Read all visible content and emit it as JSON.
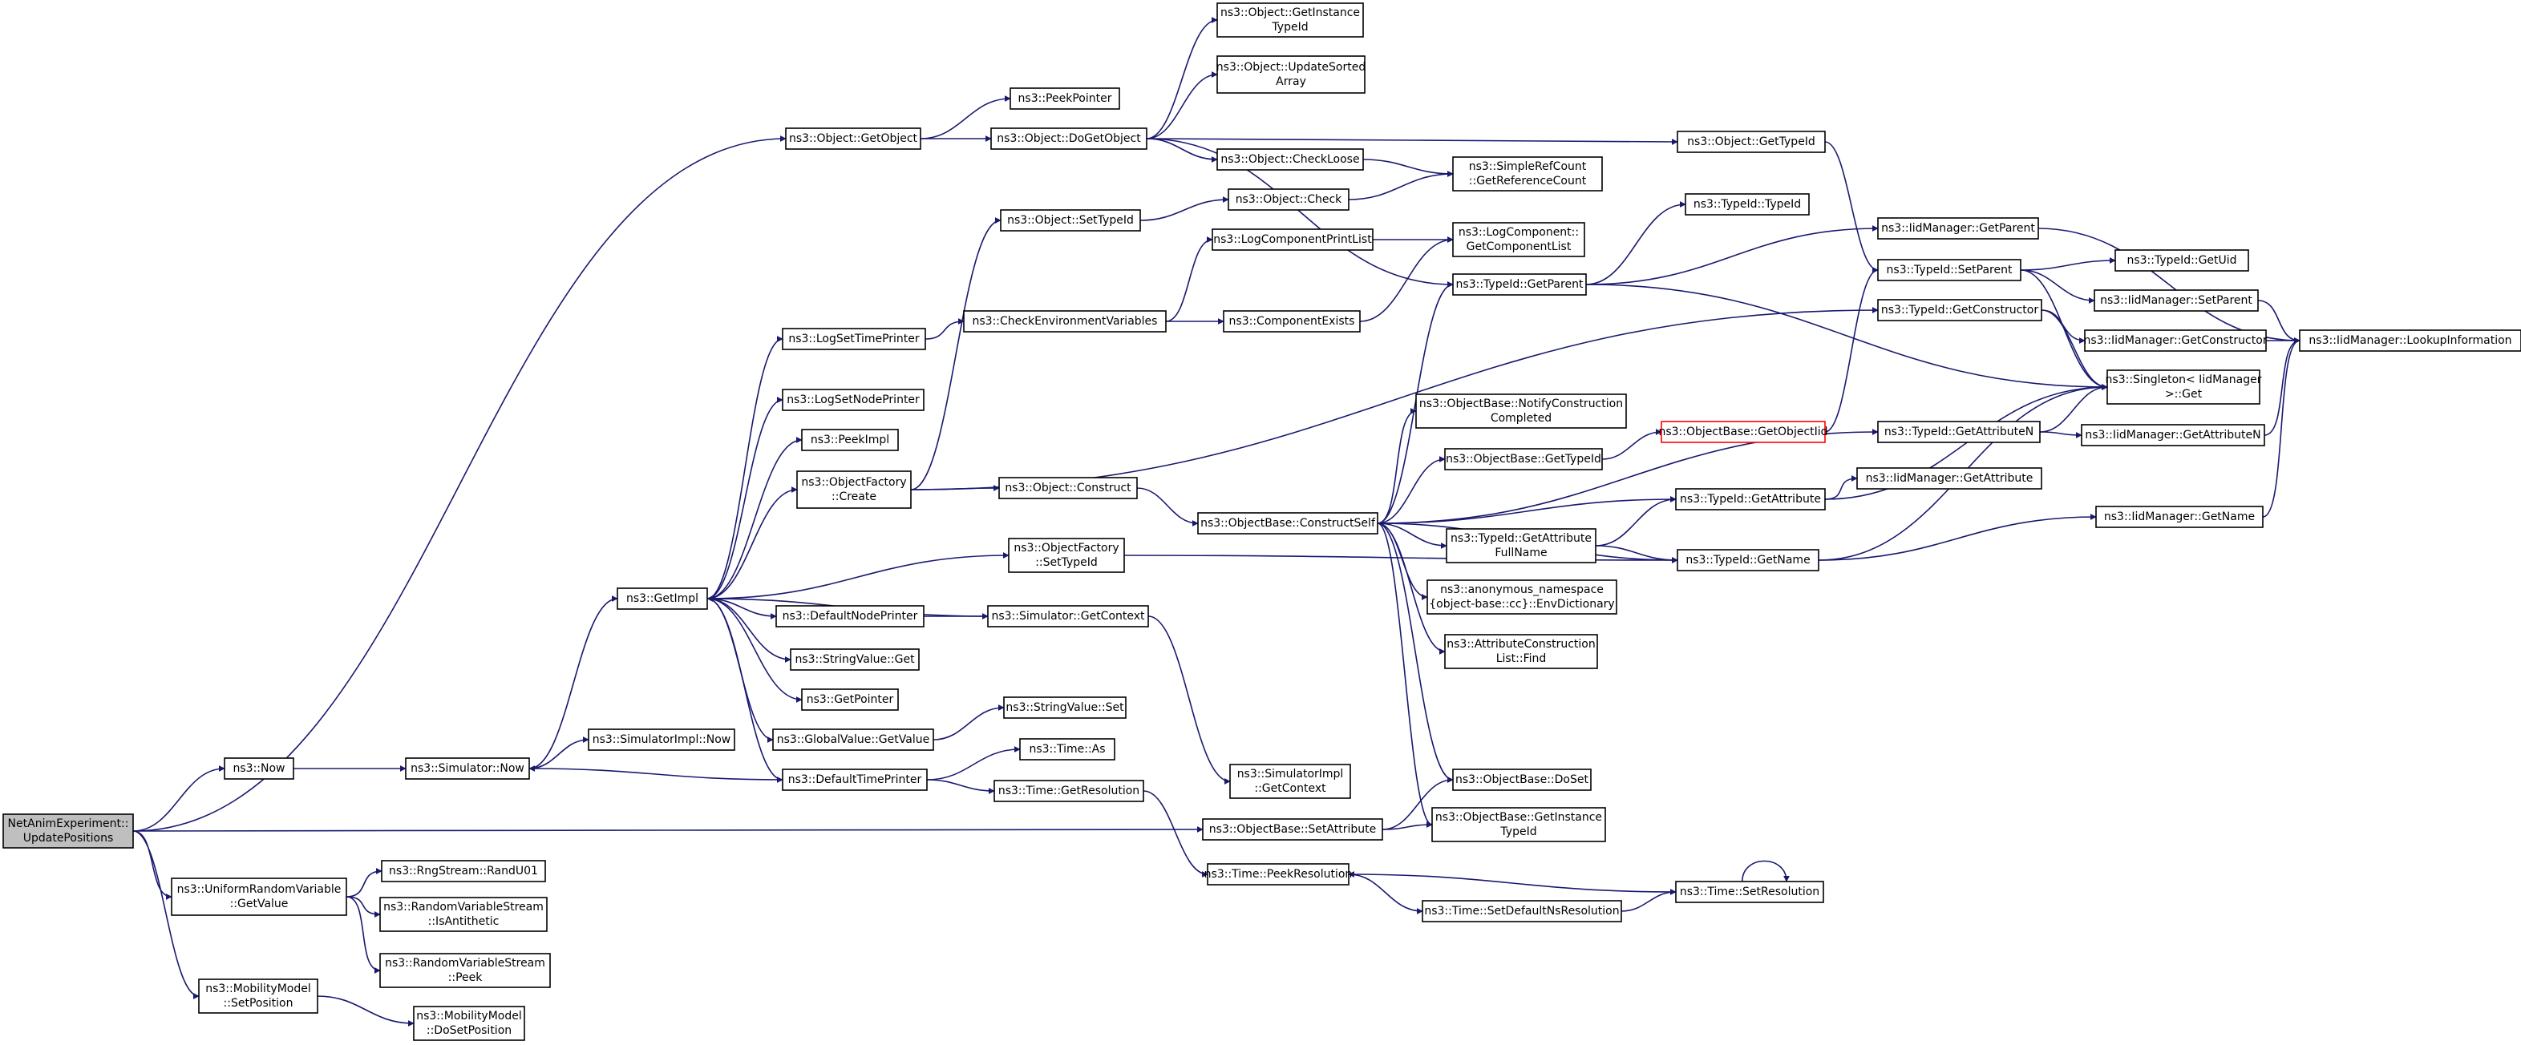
{
  "graph": {
    "edge_color": "#191970",
    "root_fill": "#bfbfbf",
    "highlight_border": "#ff0000",
    "nodes": [
      {
        "id": "root",
        "lines": [
          "NetAnimExperiment::",
          "UpdatePositions"
        ],
        "style": "root"
      },
      {
        "id": "getobject",
        "lines": [
          "ns3::Object::GetObject"
        ]
      },
      {
        "id": "now",
        "lines": [
          "ns3::Now"
        ]
      },
      {
        "id": "uniformgetvalue",
        "lines": [
          "ns3::UniformRandomVariable",
          "::GetValue"
        ]
      },
      {
        "id": "mobsetpos",
        "lines": [
          "ns3::MobilityModel",
          "::SetPosition"
        ]
      },
      {
        "id": "peekpointer",
        "lines": [
          "ns3::PeekPointer"
        ]
      },
      {
        "id": "dogetobject",
        "lines": [
          "ns3::Object::DoGetObject"
        ]
      },
      {
        "id": "getinstancetypeid_obj",
        "lines": [
          "ns3::Object::GetInstance",
          "TypeId"
        ]
      },
      {
        "id": "updatesorted",
        "lines": [
          "ns3::Object::UpdateSorted",
          "Array"
        ]
      },
      {
        "id": "checkloose",
        "lines": [
          "ns3::Object::CheckLoose"
        ]
      },
      {
        "id": "simplerefcount",
        "lines": [
          "ns3::SimpleRefCount",
          "::GetReferenceCount"
        ]
      },
      {
        "id": "objcheck",
        "lines": [
          "ns3::Object::Check"
        ]
      },
      {
        "id": "objgettypeid",
        "lines": [
          "ns3::Object::GetTypeId"
        ]
      },
      {
        "id": "objsettypeid",
        "lines": [
          "ns3::Object::SetTypeId"
        ]
      },
      {
        "id": "logcompprintlist",
        "lines": [
          "ns3::LogComponentPrintList"
        ]
      },
      {
        "id": "logcompgetlist",
        "lines": [
          "ns3::LogComponent::",
          "GetComponentList"
        ]
      },
      {
        "id": "typeidtypeid",
        "lines": [
          "ns3::TypeId::TypeId"
        ]
      },
      {
        "id": "iidgetparent",
        "lines": [
          "ns3::IidManager::GetParent"
        ]
      },
      {
        "id": "typeidgetparent",
        "lines": [
          "ns3::TypeId::GetParent"
        ]
      },
      {
        "id": "typeidsetparent",
        "lines": [
          "ns3::TypeId::SetParent"
        ]
      },
      {
        "id": "typeidgetuid",
        "lines": [
          "ns3::TypeId::GetUid"
        ]
      },
      {
        "id": "iidsetparent",
        "lines": [
          "ns3::IidManager::SetParent"
        ]
      },
      {
        "id": "typeidgetconstructor",
        "lines": [
          "ns3::TypeId::GetConstructor"
        ]
      },
      {
        "id": "iidgetconstructor",
        "lines": [
          "ns3::IidManager::GetConstructor"
        ]
      },
      {
        "id": "iidlookup",
        "lines": [
          "ns3::IidManager::LookupInformation"
        ]
      },
      {
        "id": "singleton",
        "lines": [
          "ns3::Singleton< IidManager",
          ">::Get"
        ]
      },
      {
        "id": "logsettimeprinter",
        "lines": [
          "ns3::LogSetTimePrinter"
        ]
      },
      {
        "id": "checkenv",
        "lines": [
          "ns3::CheckEnvironmentVariables"
        ]
      },
      {
        "id": "compexists",
        "lines": [
          "ns3::ComponentExists"
        ]
      },
      {
        "id": "logsetnodeprinter",
        "lines": [
          "ns3::LogSetNodePrinter"
        ]
      },
      {
        "id": "peekimpl",
        "lines": [
          "ns3::PeekImpl"
        ]
      },
      {
        "id": "objfactorycreate",
        "lines": [
          "ns3::ObjectFactory",
          "::Create"
        ]
      },
      {
        "id": "objconstruct",
        "lines": [
          "ns3::Object::Construct"
        ]
      },
      {
        "id": "notifyconstruction",
        "lines": [
          "ns3::ObjectBase::NotifyConstruction",
          "Completed"
        ]
      },
      {
        "id": "objbasegettypeid",
        "lines": [
          "ns3::ObjectBase::GetTypeId"
        ]
      },
      {
        "id": "getobjectiid",
        "lines": [
          "ns3::ObjectBase::GetObjectIid"
        ],
        "style": "red"
      },
      {
        "id": "typeidgetattributen",
        "lines": [
          "ns3::TypeId::GetAttributeN"
        ]
      },
      {
        "id": "iidgetattributen",
        "lines": [
          "ns3::IidManager::GetAttributeN"
        ]
      },
      {
        "id": "constructself",
        "lines": [
          "ns3::ObjectBase::ConstructSelf"
        ]
      },
      {
        "id": "typeidgetattribute",
        "lines": [
          "ns3::TypeId::GetAttribute"
        ]
      },
      {
        "id": "iidgetattribute",
        "lines": [
          "ns3::IidManager::GetAttribute"
        ]
      },
      {
        "id": "getattributefullname",
        "lines": [
          "ns3::TypeId::GetAttribute",
          "FullName"
        ]
      },
      {
        "id": "typeidgetname",
        "lines": [
          "ns3::TypeId::GetName"
        ]
      },
      {
        "id": "iidgetname",
        "lines": [
          "ns3::IidManager::GetName"
        ]
      },
      {
        "id": "objfactorysettypeid",
        "lines": [
          "ns3::ObjectFactory",
          "::SetTypeId"
        ]
      },
      {
        "id": "getimpl",
        "lines": [
          "ns3::GetImpl"
        ]
      },
      {
        "id": "defaultnodeprinter",
        "lines": [
          "ns3::DefaultNodePrinter"
        ]
      },
      {
        "id": "simgetcontext",
        "lines": [
          "ns3::Simulator::GetContext"
        ]
      },
      {
        "id": "anonenvdict",
        "lines": [
          "ns3::anonymous_namespace",
          "{object-base::cc}::EnvDictionary"
        ]
      },
      {
        "id": "stringvalueget",
        "lines": [
          "ns3::StringValue::Get"
        ]
      },
      {
        "id": "attrconstructfind",
        "lines": [
          "ns3::AttributeConstruction",
          "List::Find"
        ]
      },
      {
        "id": "getpointer",
        "lines": [
          "ns3::GetPointer"
        ]
      },
      {
        "id": "stringvalueset",
        "lines": [
          "ns3::StringValue::Set"
        ]
      },
      {
        "id": "globalvaluegetvalue",
        "lines": [
          "ns3::GlobalValue::GetValue"
        ]
      },
      {
        "id": "simulatornow",
        "lines": [
          "ns3::Simulator::Now"
        ]
      },
      {
        "id": "simimplnow",
        "lines": [
          "ns3::SimulatorImpl::Now"
        ]
      },
      {
        "id": "timeas",
        "lines": [
          "ns3::Time::As"
        ]
      },
      {
        "id": "defaulttimeprinter",
        "lines": [
          "ns3::DefaultTimePrinter"
        ]
      },
      {
        "id": "simimplgetcontext",
        "lines": [
          "ns3::SimulatorImpl",
          "::GetContext"
        ]
      },
      {
        "id": "timegetresolution",
        "lines": [
          "ns3::Time::GetResolution"
        ]
      },
      {
        "id": "objbasedoset",
        "lines": [
          "ns3::ObjectBase::DoSet"
        ]
      },
      {
        "id": "objbasesetattribute",
        "lines": [
          "ns3::ObjectBase::SetAttribute"
        ]
      },
      {
        "id": "objbasegetinstancetypeid",
        "lines": [
          "ns3::ObjectBase::GetInstance",
          "TypeId"
        ]
      },
      {
        "id": "rngrandu01",
        "lines": [
          "ns3::RngStream::RandU01"
        ]
      },
      {
        "id": "rvsisantithetic",
        "lines": [
          "ns3::RandomVariableStream",
          "::IsAntithetic"
        ]
      },
      {
        "id": "timepeekresolution",
        "lines": [
          "ns3::Time::PeekResolution"
        ]
      },
      {
        "id": "timesetresolution",
        "lines": [
          "ns3::Time::SetResolution"
        ]
      },
      {
        "id": "timesetdefaultns",
        "lines": [
          "ns3::Time::SetDefaultNsResolution"
        ]
      },
      {
        "id": "rvspeek",
        "lines": [
          "ns3::RandomVariableStream",
          "::Peek"
        ]
      },
      {
        "id": "mobdosetpos",
        "lines": [
          "ns3::MobilityModel",
          "::DoSetPosition"
        ]
      }
    ]
  }
}
